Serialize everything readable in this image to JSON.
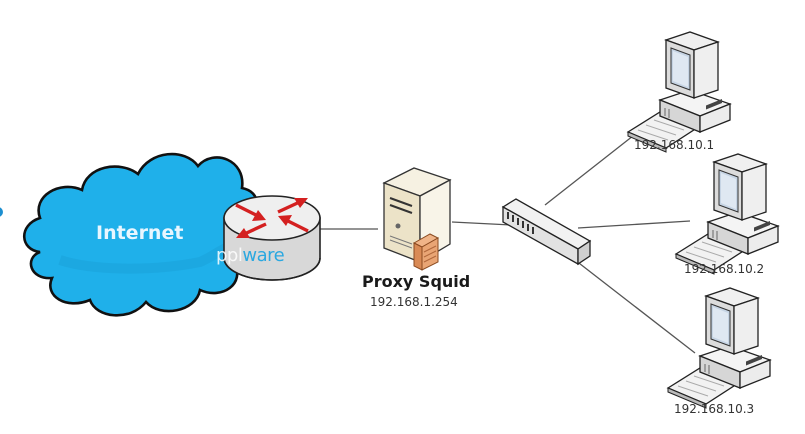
{
  "title": "Proxy Squid network diagram",
  "colors": {
    "cloud": "#1fb0ea",
    "cloud_outline": "#111111",
    "router_top": "#e9e9e9",
    "router_arrows": "#d42020",
    "server_body": "#efe7d2",
    "server_panel": "#e8a070",
    "link_line": "#555555",
    "logo_accent": "#2ba8e0"
  },
  "internet": {
    "label": "Internet"
  },
  "router": {
    "watermark_prefix": "ppl",
    "watermark_suffix": "ware"
  },
  "proxy": {
    "name": "Proxy Squid",
    "ip": "192.168.1.254"
  },
  "switch": {
    "ports": 6
  },
  "clients": [
    {
      "ip": "192.168.10.1"
    },
    {
      "ip": "192.168.10.2"
    },
    {
      "ip": "192.168.10.3"
    }
  ]
}
